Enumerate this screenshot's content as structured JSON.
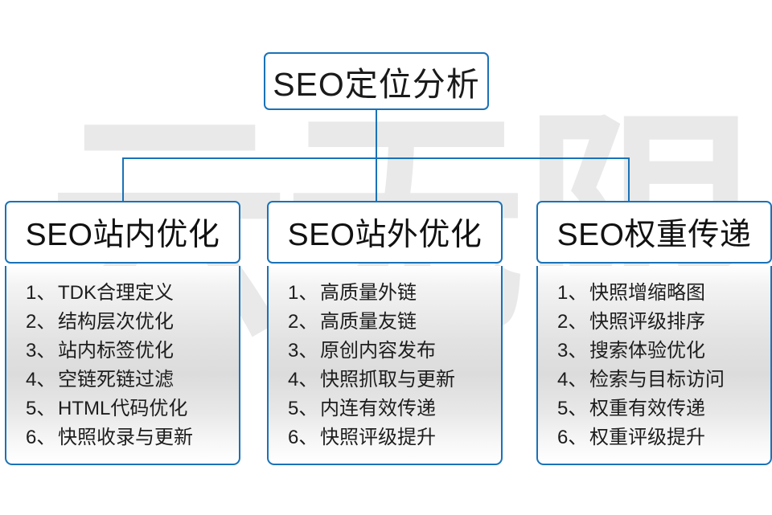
{
  "watermark": {
    "characters": [
      "云",
      "无",
      "限"
    ],
    "color": "#e9e9e9"
  },
  "colors": {
    "connector": "#1a72b8",
    "box_border": "#1a72b8",
    "title_text": "#1a1a1a",
    "item_text": "#1d1d1d",
    "panel_gradient_mid": "#dcdcdc"
  },
  "root": {
    "label": "SEO定位分析"
  },
  "columns": [
    {
      "header": "SEO站内优化",
      "items": [
        {
          "num": "1、",
          "text": "TDK合理定义"
        },
        {
          "num": "2、",
          "text": "结构层次优化"
        },
        {
          "num": "3、",
          "text": "站内标签优化"
        },
        {
          "num": "4、",
          "text": "空链死链过滤"
        },
        {
          "num": "5、",
          "text": "HTML代码优化"
        },
        {
          "num": "6、",
          "text": "快照收录与更新"
        }
      ]
    },
    {
      "header": "SEO站外优化",
      "items": [
        {
          "num": "1、",
          "text": "高质量外链"
        },
        {
          "num": "2、",
          "text": "高质量友链"
        },
        {
          "num": "3、",
          "text": "原创内容发布"
        },
        {
          "num": "4、",
          "text": "快照抓取与更新"
        },
        {
          "num": "5、",
          "text": "内连有效传递"
        },
        {
          "num": "6、",
          "text": "快照评级提升"
        }
      ]
    },
    {
      "header": "SEO权重传递",
      "items": [
        {
          "num": "1、",
          "text": "快照增缩略图"
        },
        {
          "num": "2、",
          "text": "快照评级排序"
        },
        {
          "num": "3、",
          "text": "搜索体验优化"
        },
        {
          "num": "4、",
          "text": "检索与目标访问"
        },
        {
          "num": "5、",
          "text": "权重有效传递"
        },
        {
          "num": "6、",
          "text": "权重评级提升"
        }
      ]
    }
  ]
}
